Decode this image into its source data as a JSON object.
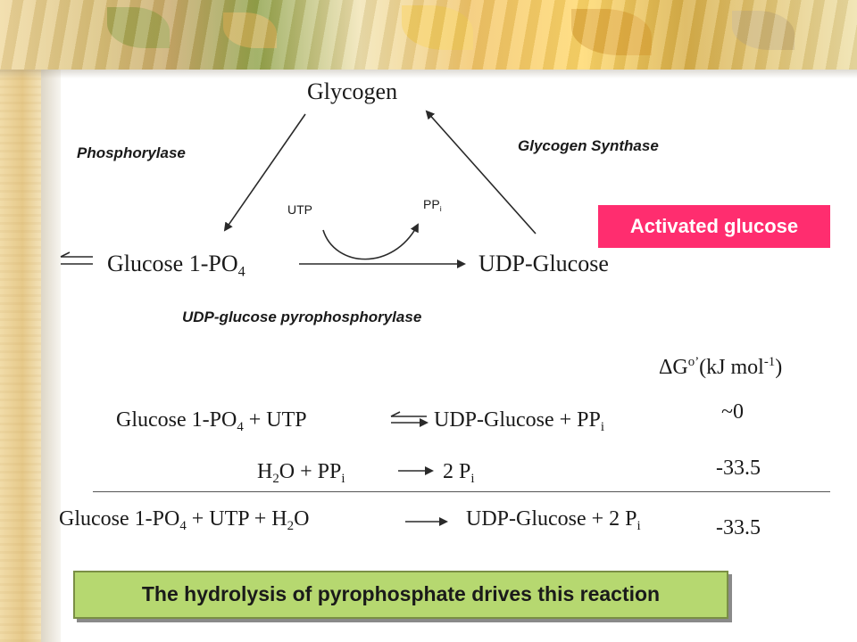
{
  "diagram": {
    "nodes": {
      "glycogen": "Glycogen",
      "glucose_1_po4": {
        "text": "Glucose 1-PO",
        "sub": "4"
      },
      "udp_glucose": "UDP-Glucose"
    },
    "enzymes": {
      "phosphorylase": "Phosphorylase",
      "glycogen_synthase": "Glycogen Synthase",
      "udp_glucose_pyrophosphorylase": "UDP-glucose pyrophosphorylase"
    },
    "cofactors": {
      "utp": "UTP",
      "ppi": {
        "text": "PP",
        "sub": "i"
      }
    },
    "callout": "Activated glucose"
  },
  "energetics": {
    "header": {
      "delta": "ΔG",
      "sup1": "o’",
      "unit": "(kJ mol",
      "sup2": "-1",
      "close": ")"
    },
    "reaction1": {
      "lhs": [
        "Glucose 1-PO",
        "4",
        " + UTP"
      ],
      "rhs": [
        "UDP-Glucose + PP",
        "i"
      ],
      "value": "~0"
    },
    "reaction2": {
      "lhs": [
        "H",
        "2",
        "O + PP",
        "i"
      ],
      "rhs": [
        "2 P",
        "i"
      ],
      "value": "-33.5"
    },
    "net": {
      "lhs": [
        "Glucose 1-PO",
        "4",
        " + UTP + H",
        "2",
        "O"
      ],
      "rhs": [
        "UDP-Glucose + 2 P",
        "i"
      ],
      "value": "-33.5"
    }
  },
  "conclusion": "The hydrolysis of pyrophosphate drives this reaction",
  "colors": {
    "callout_bg": "#ff2d6f",
    "conclusion_bg": "#b6d870",
    "arrow": "#2a2a2a"
  }
}
